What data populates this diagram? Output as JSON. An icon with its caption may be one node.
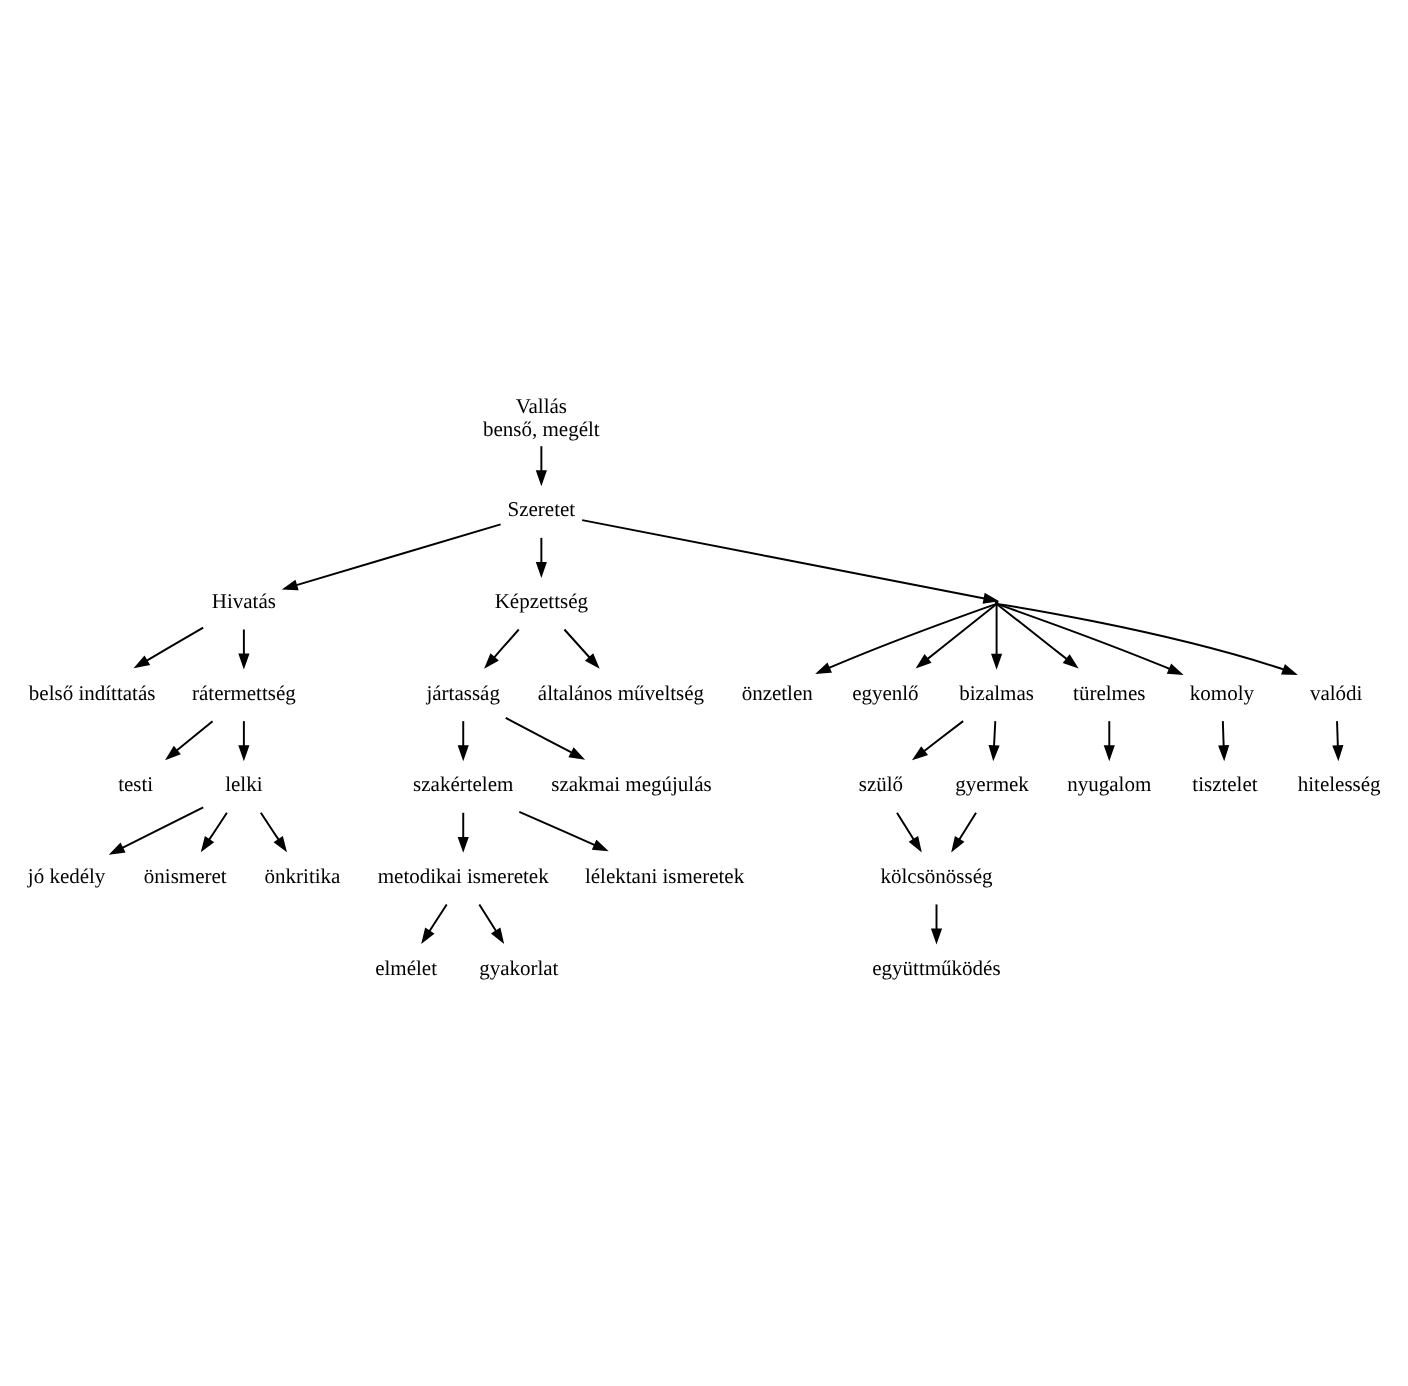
{
  "diagram": {
    "nodes": [
      {
        "text": [
          "Vallás",
          "benső, megélt"
        ]
      },
      {
        "text": [
          "Szeretet"
        ]
      },
      {
        "text": [
          "Hivatás"
        ]
      },
      {
        "text": [
          "Képzettség"
        ]
      },
      {
        "text": [
          "belső indíttatás"
        ]
      },
      {
        "text": [
          "rátermettség"
        ]
      },
      {
        "text": [
          "testi"
        ]
      },
      {
        "text": [
          "lelki"
        ]
      },
      {
        "text": [
          "jó kedély"
        ]
      },
      {
        "text": [
          "önismeret"
        ]
      },
      {
        "text": [
          "önkritika"
        ]
      },
      {
        "text": [
          "jártasság"
        ]
      },
      {
        "text": [
          "általános műveltség"
        ]
      },
      {
        "text": [
          "szakértelem"
        ]
      },
      {
        "text": [
          "szakmai megújulás"
        ]
      },
      {
        "text": [
          "metodikai ismeretek"
        ]
      },
      {
        "text": [
          "lélektani ismeretek"
        ]
      },
      {
        "text": [
          "elmélet"
        ]
      },
      {
        "text": [
          "gyakorlat"
        ]
      },
      {
        "text": [],
        "shape": "point"
      },
      {
        "text": [
          "önzetlen"
        ]
      },
      {
        "text": [
          "egyenlő"
        ]
      },
      {
        "text": [
          "bizalmas"
        ]
      },
      {
        "text": [
          "türelmes"
        ]
      },
      {
        "text": [
          "komoly"
        ]
      },
      {
        "text": [
          "valódi"
        ]
      },
      {
        "text": [
          "szülő"
        ]
      },
      {
        "text": [
          "gyermek"
        ]
      },
      {
        "text": [
          "nyugalom"
        ]
      },
      {
        "text": [
          "tisztelet"
        ]
      },
      {
        "text": [
          "hitelesség"
        ]
      },
      {
        "text": [
          "kölcsönösség"
        ]
      },
      {
        "text": [
          "együttműködés"
        ]
      }
    ],
    "edges": [
      {
        "from": 0,
        "to": 1,
        "arrow": "to"
      },
      {
        "from": 1,
        "to": 2,
        "arrow": "to"
      },
      {
        "from": 1,
        "to": 19,
        "arrow": "to"
      },
      {
        "from": 1,
        "to": 3,
        "arrow": "to"
      },
      {
        "from": 2,
        "to": 4,
        "arrow": "to"
      },
      {
        "from": 2,
        "to": 5,
        "arrow": "to"
      },
      {
        "from": 5,
        "to": 6,
        "arrow": "to"
      },
      {
        "from": 5,
        "to": 7,
        "arrow": "to"
      },
      {
        "from": 7,
        "to": 8,
        "arrow": "to"
      },
      {
        "from": 7,
        "to": 9,
        "arrow": "to"
      },
      {
        "from": 7,
        "to": 10,
        "arrow": "to"
      },
      {
        "from": 3,
        "to": 11,
        "arrow": "to"
      },
      {
        "from": 3,
        "to": 12,
        "arrow": "to"
      },
      {
        "from": 11,
        "to": 13,
        "arrow": "to"
      },
      {
        "from": 11,
        "to": 14,
        "arrow": "to"
      },
      {
        "from": 13,
        "to": 15,
        "arrow": "to"
      },
      {
        "from": 13,
        "to": 16,
        "arrow": "to"
      },
      {
        "from": 15,
        "to": 17,
        "arrow": "to"
      },
      {
        "from": 15,
        "to": 18,
        "arrow": "to"
      },
      {
        "from": 19,
        "to": 20,
        "arrow": "to"
      },
      {
        "from": 19,
        "to": 21,
        "arrow": "to"
      },
      {
        "from": 19,
        "to": 22,
        "arrow": "to"
      },
      {
        "from": 19,
        "to": 23,
        "arrow": "to"
      },
      {
        "from": 19,
        "to": 24,
        "arrow": "to"
      },
      {
        "from": 19,
        "to": 25,
        "arrow": "to"
      },
      {
        "from": 22,
        "to": 26,
        "arrow": "to"
      },
      {
        "from": 22,
        "to": 27,
        "arrow": "to"
      },
      {
        "from": 23,
        "to": 28,
        "arrow": "to"
      },
      {
        "from": 24,
        "to": 29,
        "arrow": "to"
      },
      {
        "from": 25,
        "to": 30,
        "arrow": "to"
      },
      {
        "from": 26,
        "to": 31,
        "arrow": "to"
      },
      {
        "from": 27,
        "to": 31,
        "arrow": "to"
      },
      {
        "from": 31,
        "to": 32,
        "arrow": "to"
      }
    ]
  }
}
